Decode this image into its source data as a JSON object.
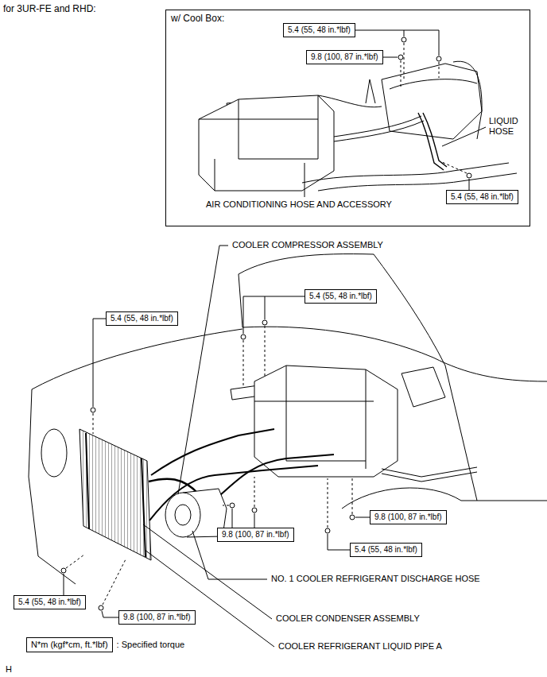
{
  "diagram": {
    "title": "for 3UR-FE and RHD:",
    "nodes": [
      {
        "text": [
          "w/ Cool Box:"
        ]
      },
      {
        "text": [
          "5.4 (55, 48 in.*lbf)"
        ],
        "in": 0
      },
      {
        "text": [
          "9.8 (100, 87 in.*lbf)"
        ],
        "in": 0
      },
      {
        "text": [
          "5.4 (55, 48 in.*lbf)"
        ],
        "in": 0
      },
      {
        "text": [
          "5.4 (55, 48 in.*lbf)"
        ]
      },
      {
        "text": [
          "5.4 (55, 48 in.*lbf)"
        ]
      },
      {
        "text": [
          "9.8 (100, 87 in.*lbf)"
        ]
      },
      {
        "text": [
          "9.8 (100, 87 in.*lbf)"
        ]
      },
      {
        "text": [
          "5.4 (55, 48 in.*lbf)"
        ]
      },
      {
        "text": [
          "5.4 (55, 48 in.*lbf)"
        ]
      },
      {
        "text": [
          "9.8 (100, 87 in.*lbf)"
        ]
      },
      {
        "text": [
          "N*m (kgf*cm, ft.*lbf)"
        ]
      }
    ],
    "labels": [
      "LIQUID HOSE",
      "AIR CONDITIONING HOSE AND ACCESSORY",
      "COOLER COMPRESSOR ASSEMBLY",
      "NO. 1 COOLER REFRIGERANT DISCHARGE HOSE",
      "COOLER CONDENSER ASSEMBLY",
      "COOLER REFRIGERANT LIQUID PIPE A",
      "H"
    ],
    "legend": [
      {
        "text": ": Specified torque"
      }
    ]
  }
}
